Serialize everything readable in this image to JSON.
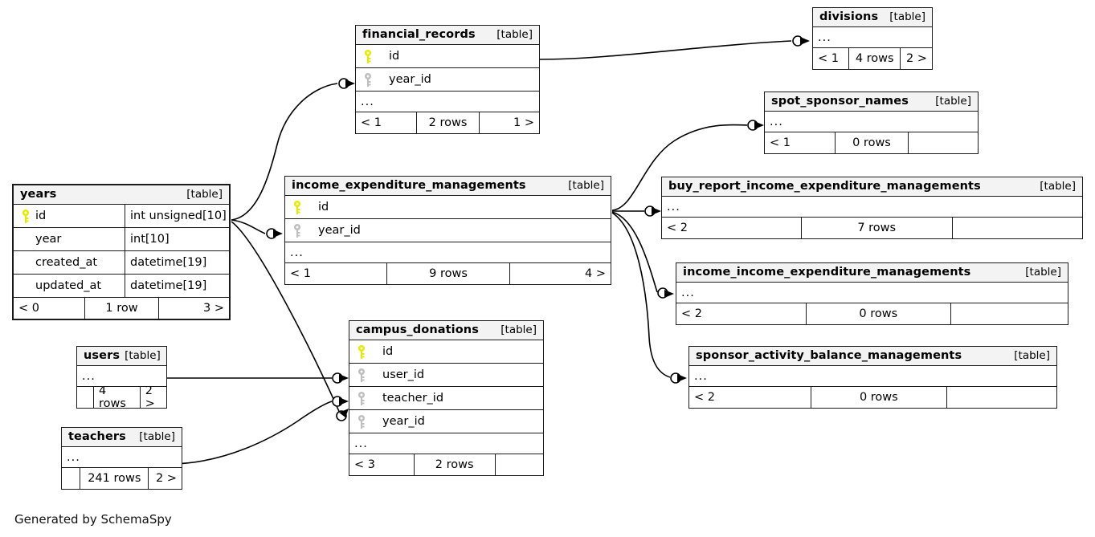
{
  "diagram": {
    "title": "SchemaSpy relationships diagram",
    "credit": "Generated by SchemaSpy",
    "table_tag": "[table]",
    "ellipsis": "...",
    "colors": {
      "pk_key": "#e8e800",
      "fk_key": "#bfbfbf",
      "border": "#1a1a1a",
      "header_bg": "#f3f3f3",
      "background": "#ffffff",
      "edge": "#000000"
    },
    "icons": {
      "primary_key": "yellow-key-icon",
      "foreign_key": "gray-key-icon",
      "edge_start": "circle-marker",
      "edge_end": "crows-foot-arrow"
    }
  },
  "tables": {
    "years": {
      "name": "years",
      "tag": "[table]",
      "columns": [
        {
          "key": "pk",
          "name": "id",
          "type": "int unsigned[10]"
        },
        {
          "key": "none",
          "name": "year",
          "type": "int[10]"
        },
        {
          "key": "none",
          "name": "created_at",
          "type": "datetime[19]"
        },
        {
          "key": "none",
          "name": "updated_at",
          "type": "datetime[19]"
        }
      ],
      "footer": {
        "left": "< 0",
        "center": "1 row",
        "right": "3 >"
      }
    },
    "financial_records": {
      "name": "financial_records",
      "tag": "[table]",
      "columns": [
        {
          "key": "pk",
          "name": "id",
          "type": ""
        },
        {
          "key": "fk",
          "name": "year_id",
          "type": ""
        }
      ],
      "ellipsis": "...",
      "footer": {
        "left": "< 1",
        "center": "2 rows",
        "right": "1 >"
      }
    },
    "divisions": {
      "name": "divisions",
      "tag": "[table]",
      "ellipsis": "...",
      "footer": {
        "left": "< 1",
        "center": "4 rows",
        "right": "2 >"
      }
    },
    "spot_sponsor_names": {
      "name": "spot_sponsor_names",
      "tag": "[table]",
      "ellipsis": "...",
      "footer": {
        "left": "< 1",
        "center": "0 rows",
        "right": ""
      }
    },
    "income_expenditure_managements": {
      "name": "income_expenditure_managements",
      "tag": "[table]",
      "columns": [
        {
          "key": "pk",
          "name": "id",
          "type": ""
        },
        {
          "key": "fk",
          "name": "year_id",
          "type": ""
        }
      ],
      "ellipsis": "...",
      "footer": {
        "left": "< 1",
        "center": "9 rows",
        "right": "4 >"
      }
    },
    "buy_report_income_expenditure_managements": {
      "name": "buy_report_income_expenditure_managements",
      "tag": "[table]",
      "ellipsis": "...",
      "footer": {
        "left": "< 2",
        "center": "7 rows",
        "right": ""
      }
    },
    "income_income_expenditure_managements": {
      "name": "income_income_expenditure_managements",
      "tag": "[table]",
      "ellipsis": "...",
      "footer": {
        "left": "< 2",
        "center": "0 rows",
        "right": ""
      }
    },
    "sponsor_activity_balance_managements": {
      "name": "sponsor_activity_balance_managements",
      "tag": "[table]",
      "ellipsis": "...",
      "footer": {
        "left": "< 2",
        "center": "0 rows",
        "right": ""
      }
    },
    "campus_donations": {
      "name": "campus_donations",
      "tag": "[table]",
      "columns": [
        {
          "key": "pk",
          "name": "id",
          "type": ""
        },
        {
          "key": "fk",
          "name": "user_id",
          "type": ""
        },
        {
          "key": "fk",
          "name": "teacher_id",
          "type": ""
        },
        {
          "key": "fk",
          "name": "year_id",
          "type": ""
        }
      ],
      "ellipsis": "...",
      "footer": {
        "left": "< 3",
        "center": "2 rows",
        "right": ""
      }
    },
    "users": {
      "name": "users",
      "tag": "[table]",
      "ellipsis": "...",
      "footer": {
        "left": "",
        "center": "4 rows",
        "right": "2 >"
      }
    },
    "teachers": {
      "name": "teachers",
      "tag": "[table]",
      "ellipsis": "...",
      "footer": {
        "left": "",
        "center": "241 rows",
        "right": "2 >"
      }
    }
  },
  "relationships": [
    {
      "from": "years",
      "to": "financial_records.year_id"
    },
    {
      "from": "years",
      "to": "income_expenditure_managements.year_id"
    },
    {
      "from": "years",
      "to": "campus_donations.year_id"
    },
    {
      "from": "financial_records",
      "to": "divisions"
    },
    {
      "from": "income_expenditure_managements",
      "to": "spot_sponsor_names"
    },
    {
      "from": "income_expenditure_managements",
      "to": "buy_report_income_expenditure_managements"
    },
    {
      "from": "income_expenditure_managements",
      "to": "income_income_expenditure_managements"
    },
    {
      "from": "income_expenditure_managements",
      "to": "sponsor_activity_balance_managements"
    },
    {
      "from": "users",
      "to": "campus_donations.user_id"
    },
    {
      "from": "teachers",
      "to": "campus_donations.teacher_id"
    }
  ]
}
